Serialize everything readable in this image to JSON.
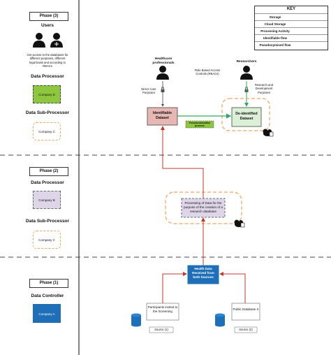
{
  "key": {
    "title": "KEY",
    "items": [
      {
        "label": "Storage"
      },
      {
        "label": "Cloud Storage"
      },
      {
        "label": "Processing Activity"
      },
      {
        "label": "Identifiable flow",
        "color": "#c0392b"
      },
      {
        "label": "Pseudonymised flow",
        "color": "#2eaa63"
      }
    ]
  },
  "phase3": {
    "label": "Phase (3)",
    "users_title": "Users",
    "users_desc": "Get access to the databases for different purposes, different legal basis and according to RBACs",
    "processor_title": "Data Processor",
    "processor_company": "Company D",
    "subprocessor_title": "Data Sub-Processor",
    "subprocessor_company": "Company C",
    "healthcare_title": "Healthcare professionals",
    "direct_care": "Direct Care Purposes",
    "rbac": "Role Based Access Controls (RBACs)",
    "researchers_title": "Researchers",
    "research_purposes": "Research and Development Purposes",
    "identifiable_dataset": "Identifiable Dataset",
    "deidentified_dataset": "De-identified Dataset",
    "pseudo_process": "Pseudonimization process"
  },
  "phase2": {
    "label": "Phase (2)",
    "processor_title": "Data Processor",
    "processor_company": "Company B",
    "subprocessor_title": "Data Sub-Processor",
    "subprocessor_company": "Company C",
    "processing_text": "Processing of Data for the purpose of the creation of a research database"
  },
  "phase1": {
    "label": "Phase (1)",
    "controller_title": "Data Controller",
    "controller_company": "Company A",
    "health_data": "Health Data Received from both Sources",
    "participants": "Participants invited to the Screening",
    "public_db": "Public Database X",
    "source1": "Source (1)",
    "source2": "Source (2)"
  },
  "colors": {
    "identifiable": "#c0392b",
    "pseudonymised": "#2eaa63",
    "orange": "#f2a25c",
    "blue": "#1f6fb8",
    "green": "#8dc63f",
    "purple": "#ded5e8",
    "pink": "#e7b7b3",
    "mint": "#dcf0d8"
  }
}
